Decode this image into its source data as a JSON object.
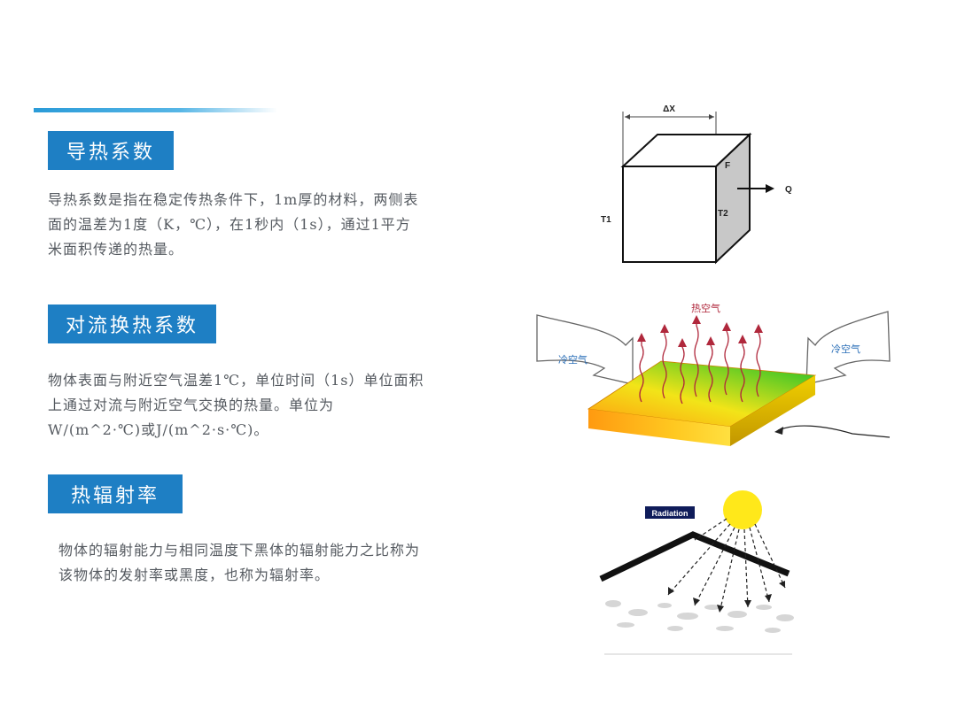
{
  "sections": [
    {
      "heading": "导热系数",
      "body_lines": [
        "导热系数是指在稳定传热条件下，1m厚的材料，两侧表",
        "面的温差为1度（K，℃），在1秒内（1s），通过1平方",
        "米面积传递的热量。"
      ]
    },
    {
      "heading": "对流换热系数",
      "body_lines": [
        "物体表面与附近空气温差1℃，单位时间（1s）单位面积",
        "上通过对流与附近空气交换的热量。单位为",
        "W/(m^2·℃)或J/(m^2·s·℃)。"
      ]
    },
    {
      "heading": "热辐射率",
      "body_lines": [
        "物体的辐射能力与相同温度下黑体的辐射能力之比称为",
        "该物体的发射率或黑度，也称为辐射率。"
      ]
    }
  ],
  "figures": {
    "conduction": {
      "dx_label": "ΔX",
      "f_label": "F",
      "q_label": "Q",
      "t1_label": "T1",
      "t2_label": "T2"
    },
    "convection": {
      "hot_air_label": "热空气",
      "cold_air_left": "冷空气",
      "cold_air_right": "冷空气"
    },
    "radiation": {
      "radiation_label": "Radiation"
    }
  },
  "colors": {
    "heading_bg": "#1e7fc4",
    "accent_line": "#2a9bd8",
    "body_text": "#555a60",
    "sun": "#ffe81a",
    "heat_arrow": "#b0283c"
  }
}
